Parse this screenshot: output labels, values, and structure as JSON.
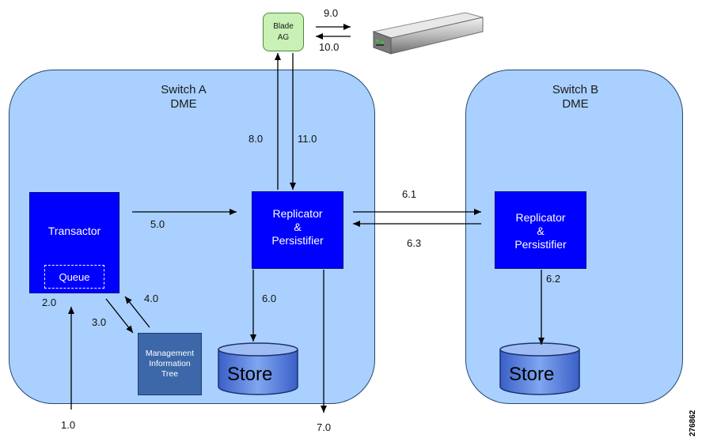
{
  "blade": {
    "label_line1": "Blade",
    "label_line2": "AG"
  },
  "switch_a": {
    "title_line1": "Switch A",
    "title_line2": "DME"
  },
  "switch_b": {
    "title_line1": "Switch B",
    "title_line2": "DME"
  },
  "transactor": {
    "label": "Transactor",
    "queue_label": "Queue"
  },
  "replicator_a": {
    "line1": "Replicator",
    "line2": "&",
    "line3": "Persistifier"
  },
  "replicator_b": {
    "line1": "Replicator",
    "line2": "&",
    "line3": "Persistifier"
  },
  "mit": {
    "line1": "Management",
    "line2": "Information",
    "line3": "Tree"
  },
  "store_a": {
    "label": "Store"
  },
  "store_b": {
    "label": "Store"
  },
  "steps": {
    "s1_0": "1.0",
    "s2_0": "2.0",
    "s3_0": "3.0",
    "s4_0": "4.0",
    "s5_0": "5.0",
    "s6_0": "6.0",
    "s6_1": "6.1",
    "s6_2": "6.2",
    "s6_3": "6.3",
    "s7_0": "7.0",
    "s8_0": "8.0",
    "s9_0": "9.0",
    "s10_0": "10.0",
    "s11_0": "11.0"
  },
  "figure_id": "276862"
}
